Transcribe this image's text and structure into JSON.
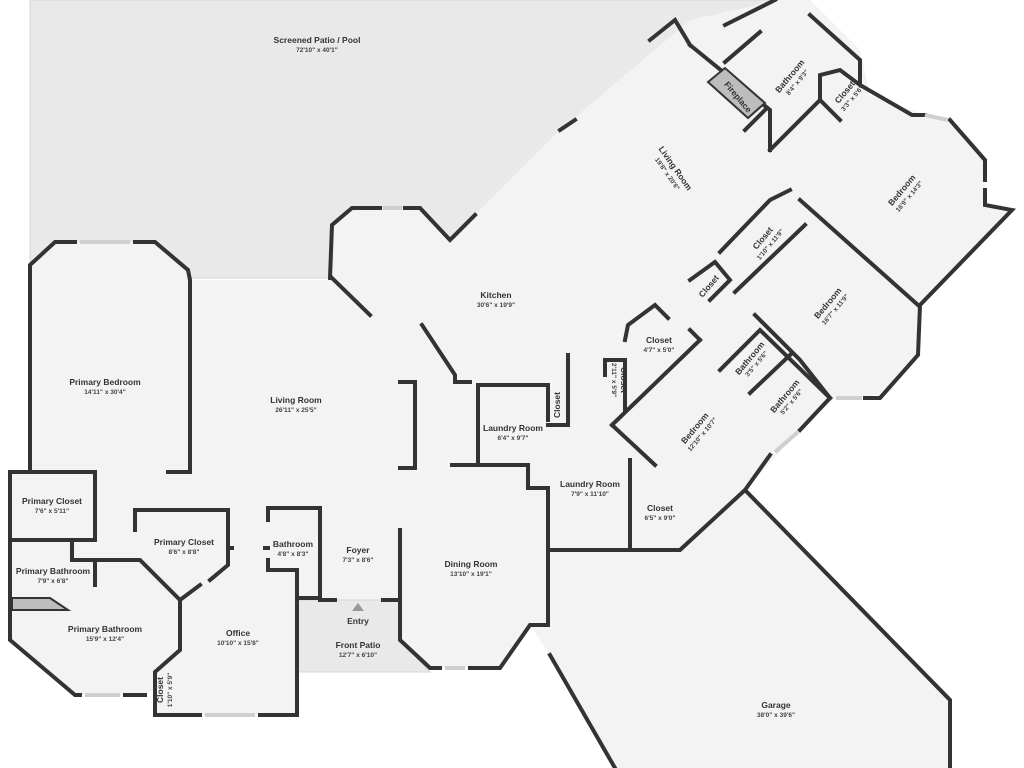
{
  "floor_plan": {
    "colors": {
      "wall": "#333333",
      "floor": "#f3f3f3",
      "patio": "#e9e9e9",
      "background": "#ffffff"
    },
    "rooms": {
      "patio": {
        "name": "Screened Patio / Pool",
        "dims": "72'10\" x 40'1\""
      },
      "living_upper": {
        "name": "Living Room",
        "dims": "19'8\" x 20'6\""
      },
      "bath_upper": {
        "name": "Bathroom",
        "dims": "8'4\" x 9'3\""
      },
      "closet_upper": {
        "name": "Closet",
        "dims": "3'3\" x 5'6\""
      },
      "fireplace": {
        "name": "Fireplace"
      },
      "bedroom_ne": {
        "name": "Bedroom",
        "dims": "16'9\" x 14'3\""
      },
      "closet_long": {
        "name": "Closet",
        "dims": "1'10\" x 11'8\""
      },
      "closet_small": {
        "name": "Closet"
      },
      "bedroom_e": {
        "name": "Bedroom",
        "dims": "16'7\" x 11'9\""
      },
      "kitchen": {
        "name": "Kitchen",
        "dims": "30'6\" x 19'9\""
      },
      "closet_47": {
        "name": "Closet",
        "dims": "4'7\" x 5'0\""
      },
      "closet_211": {
        "name": "Closet",
        "dims": "2'11\" x 5'9\""
      },
      "closet_laundry": {
        "name": "Closet"
      },
      "laundry_1": {
        "name": "Laundry Room",
        "dims": "6'4\" x 9'7\""
      },
      "bath_35": {
        "name": "Bathroom",
        "dims": "3'5\" x 5'6\""
      },
      "bath_52": {
        "name": "Bathroom",
        "dims": "5'2\" x 5'6\""
      },
      "bedroom_se": {
        "name": "Bedroom",
        "dims": "12'10\" x 10'7\""
      },
      "laundry_2": {
        "name": "Laundry Room",
        "dims": "7'9\" x 11'10\""
      },
      "closet_65": {
        "name": "Closet",
        "dims": "6'5\" x 9'0\""
      },
      "primary_bedroom": {
        "name": "Primary Bedroom",
        "dims": "14'11\" x 30'4\""
      },
      "living_main": {
        "name": "Living Room",
        "dims": "26'11\" x 25'5\""
      },
      "primary_closet_1": {
        "name": "Primary Closet",
        "dims": "7'6\" x 5'11\""
      },
      "primary_closet_2": {
        "name": "Primary Closet",
        "dims": "8'6\" x 8'8\""
      },
      "bath_48": {
        "name": "Bathroom",
        "dims": "4'8\" x 8'3\""
      },
      "foyer": {
        "name": "Foyer",
        "dims": "7'3\" x 8'6\""
      },
      "dining": {
        "name": "Dining Room",
        "dims": "13'10\" x 19'1\""
      },
      "primary_bath_small": {
        "name": "Primary Bathroom",
        "dims": "7'9\" x 6'8\""
      },
      "primary_bath": {
        "name": "Primary Bathroom",
        "dims": "15'9\" x 12'4\""
      },
      "office": {
        "name": "Office",
        "dims": "10'10\" x 15'8\""
      },
      "entry": {
        "name": "Entry"
      },
      "front_patio": {
        "name": "Front Patio",
        "dims": "12'7\" x 6'10\""
      },
      "closet_110": {
        "name": "Closet",
        "dims": "1'10\" x 5'9\""
      },
      "garage": {
        "name": "Garage",
        "dims": "38'0\" x 39'6\""
      }
    }
  }
}
